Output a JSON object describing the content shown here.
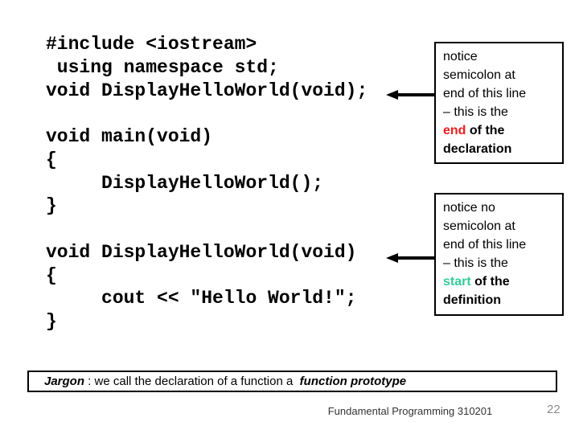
{
  "colors": {
    "background": "#ffffff",
    "code_text": "#000000",
    "box_border": "#000000",
    "arrow": "#000000",
    "highlight_red": "#ee1c1c",
    "highlight_teal": "#33cc99",
    "footer_text": "#333333",
    "page_number_gray": "#8c8c8c"
  },
  "code": {
    "text": "#include <iostream>\n using namespace std;\nvoid DisplayHelloWorld(void);\n\nvoid main(void)\n{\n     DisplayHelloWorld();\n}\n\nvoid DisplayHelloWorld(void)\n{\n     cout << \"Hello World!\";\n}"
  },
  "callouts": [
    {
      "intro": "notice\nsemicolon at\nend of this line\n– this is the\n",
      "highlight": "end",
      "highlight_color": "#ee1c1c",
      "tail": " of the\ndeclaration",
      "arrow_icon": "left-arrow"
    },
    {
      "intro": "notice no\nsemicolon at\nend of this line\n– this is the\n",
      "highlight": "start",
      "highlight_color": "#33cc99",
      "tail": " of the\ndefinition",
      "arrow_icon": "left-arrow"
    }
  ],
  "jargon": {
    "label": "Jargon",
    "middle": " : we call the declaration of a function a  ",
    "emphasis": "function prototype"
  },
  "footer": {
    "course": "Fundamental Programming 310201",
    "page_number": "22"
  }
}
